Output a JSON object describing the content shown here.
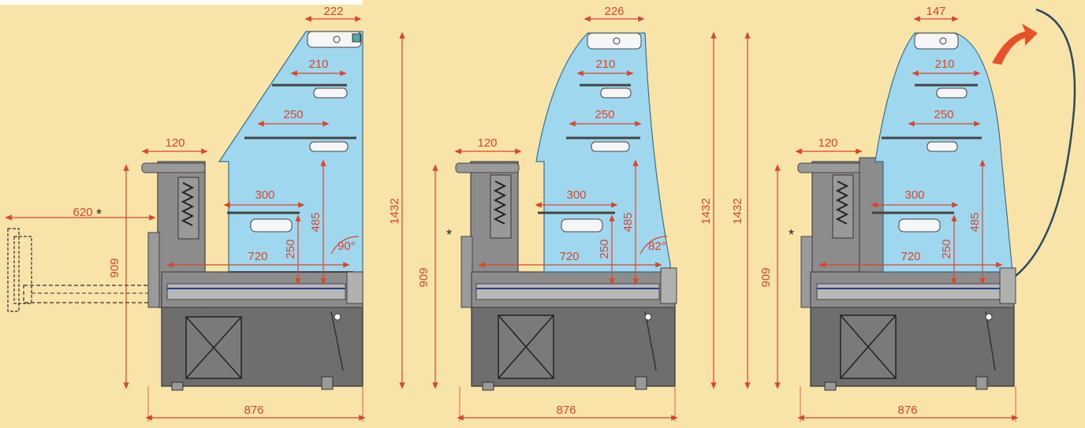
{
  "units": [
    {
      "id": "unit-1",
      "top_width": "222",
      "shelf1": "210",
      "shelf2": "250",
      "counter": "120",
      "shelf3": "300",
      "base_depth": "720",
      "h250": "250",
      "h485": "485",
      "angle": "90°",
      "height_total": "1432",
      "height_counter": "909",
      "width_total": "876",
      "extension": "620",
      "star": "*"
    },
    {
      "id": "unit-2",
      "top_width": "226",
      "shelf1": "210",
      "shelf2": "250",
      "counter": "120",
      "shelf3": "300",
      "base_depth": "720",
      "h250": "250",
      "h485": "485",
      "angle": "82°",
      "height_total": "1432",
      "height_counter": "909",
      "width_total": "876",
      "star": "*"
    },
    {
      "id": "unit-3",
      "top_width": "147",
      "shelf1": "210",
      "shelf2": "250",
      "counter": "120",
      "shelf3": "300",
      "base_depth": "720",
      "h250": "250",
      "h485": "485",
      "height_total": "1432",
      "height_counter": "909",
      "width_total": "876",
      "star": "*"
    }
  ],
  "colors": {
    "background": "#f8e3a8",
    "dimension": "#d9462b",
    "glass": "#9fd7ee",
    "body": "#8c8c8c"
  }
}
